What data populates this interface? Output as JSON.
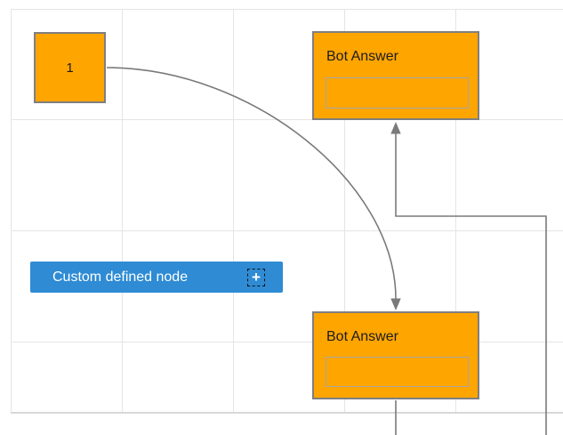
{
  "diagram": {
    "nodes": {
      "start": {
        "label": "1"
      },
      "bot_answer_top": {
        "title": "Bot Answer"
      },
      "bot_answer_bottom": {
        "title": "Bot Answer"
      },
      "custom": {
        "label": "Custom defined node",
        "plus_glyph": "+"
      }
    }
  },
  "colors": {
    "node_orange": "#FFA500",
    "node_border": "#7F7F7F",
    "inner_field_border": "#A6A6A6",
    "custom_blue": "#2E8BD4",
    "connector": "#7A7A7A",
    "grid_line": "#E5E5E5",
    "canvas_edge": "#D8D8D8",
    "text_dark": "#1C1C1C",
    "text_white": "#FFFFFF"
  }
}
